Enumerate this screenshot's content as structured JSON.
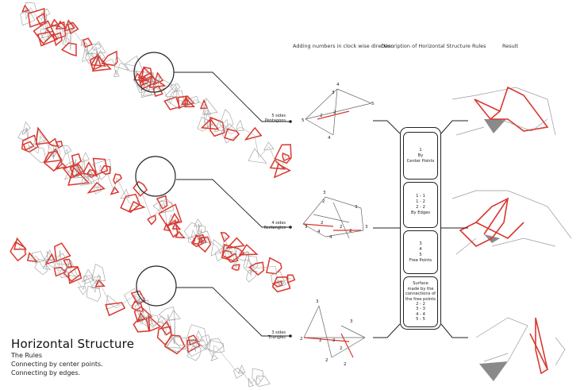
{
  "headers": {
    "adding": "Adding numbers in clock wise direction",
    "description": "Description of Horizontal Structure Rules",
    "result": "Result"
  },
  "rows": [
    {
      "label_line1": "5 sides",
      "label_line2": "Pentagons"
    },
    {
      "label_line1": "4 sides",
      "label_line2": "Rectangles"
    },
    {
      "label_line1": "3 sides",
      "label_line2": "Triangles"
    }
  ],
  "rules": [
    {
      "lines": [
        "1",
        "By",
        "Center Points"
      ]
    },
    {
      "lines": [
        "1 - 1",
        "1 - 2",
        "2 - 2",
        "By Edges"
      ]
    },
    {
      "lines": [
        "3",
        "4",
        "5",
        "Free Points"
      ]
    },
    {
      "lines": [
        "Surface",
        "made by the",
        "connections of",
        "the free points",
        "2 - 2",
        "3 - 3",
        "4 - 4",
        "5 - 5"
      ]
    }
  ],
  "numbers": {
    "pentagon": [
      "4",
      "3",
      "5",
      "5",
      "2",
      "2",
      "4"
    ],
    "rectangle": [
      "3",
      "2",
      "3",
      "3",
      "4",
      "4",
      "2",
      "2",
      "2",
      "3"
    ],
    "triangle": [
      "3",
      "2",
      "2",
      "2",
      "3",
      "2",
      "2",
      "2"
    ]
  },
  "title": {
    "main": "Horizontal Structure",
    "sub1": "The Rules",
    "sub2": "Connecting by center points.",
    "sub3": "Connecting by edges."
  },
  "colors": {
    "red": "#d9382f",
    "grey": "#9a9a9a",
    "fill": "#8a8a8a",
    "black": "#222222"
  }
}
